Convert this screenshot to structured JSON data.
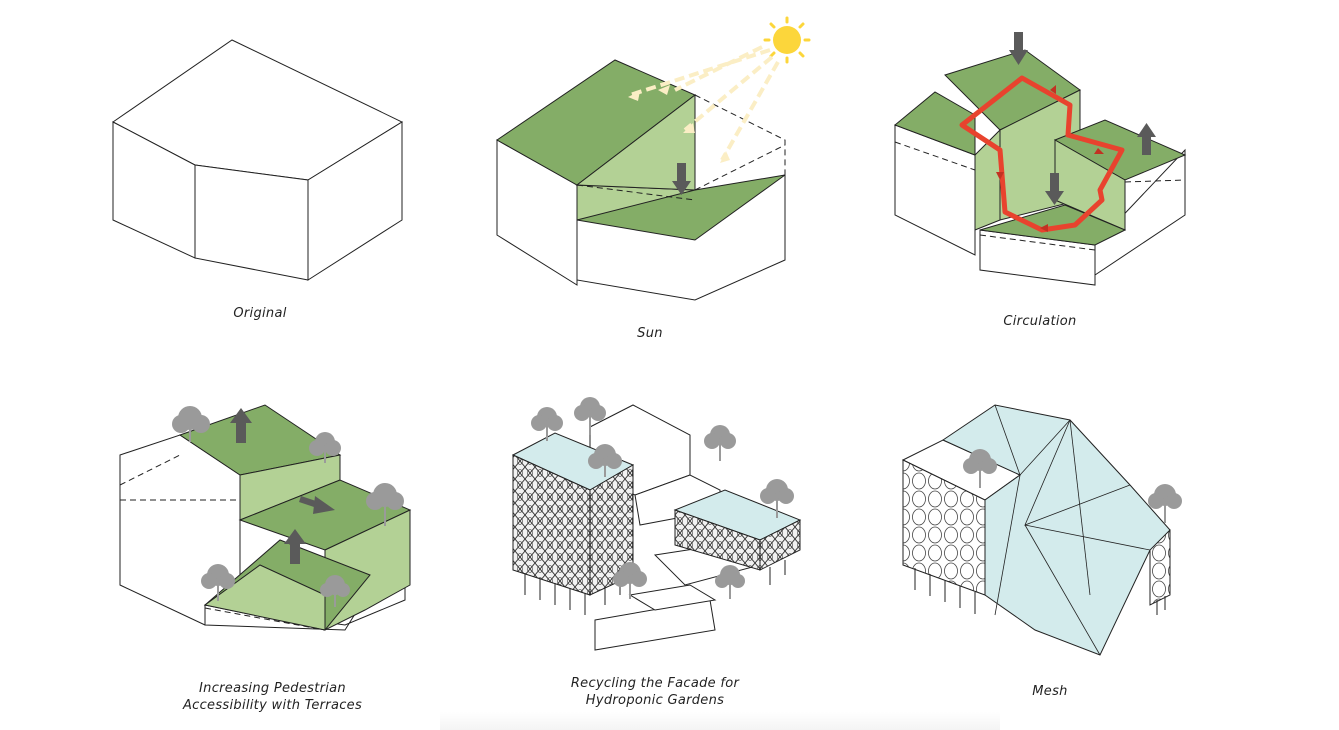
{
  "panels": [
    {
      "id": "original",
      "caption": [
        "Original"
      ]
    },
    {
      "id": "sun",
      "caption": [
        "Sun"
      ]
    },
    {
      "id": "circulation",
      "caption": [
        "Circulation"
      ]
    },
    {
      "id": "terraces",
      "caption": [
        "Increasing Pedestrian",
        "Accessibility with Terraces"
      ]
    },
    {
      "id": "facade",
      "caption": [
        "Recycling the Facade for",
        "Hydroponic Gardens"
      ]
    },
    {
      "id": "mesh",
      "caption": [
        "Mesh"
      ]
    }
  ],
  "colors": {
    "outline": "#222222",
    "terrace_green": "#84ad67",
    "terrace_light": "#b3d195",
    "sun": "#fcd63b",
    "sun_ray": "#fbeec5",
    "circulation_red": "#e8432e",
    "arrow_gray": "#5a5a5a",
    "tree_gray": "#9a9a9a",
    "glass_blue": "#d3ebec"
  }
}
